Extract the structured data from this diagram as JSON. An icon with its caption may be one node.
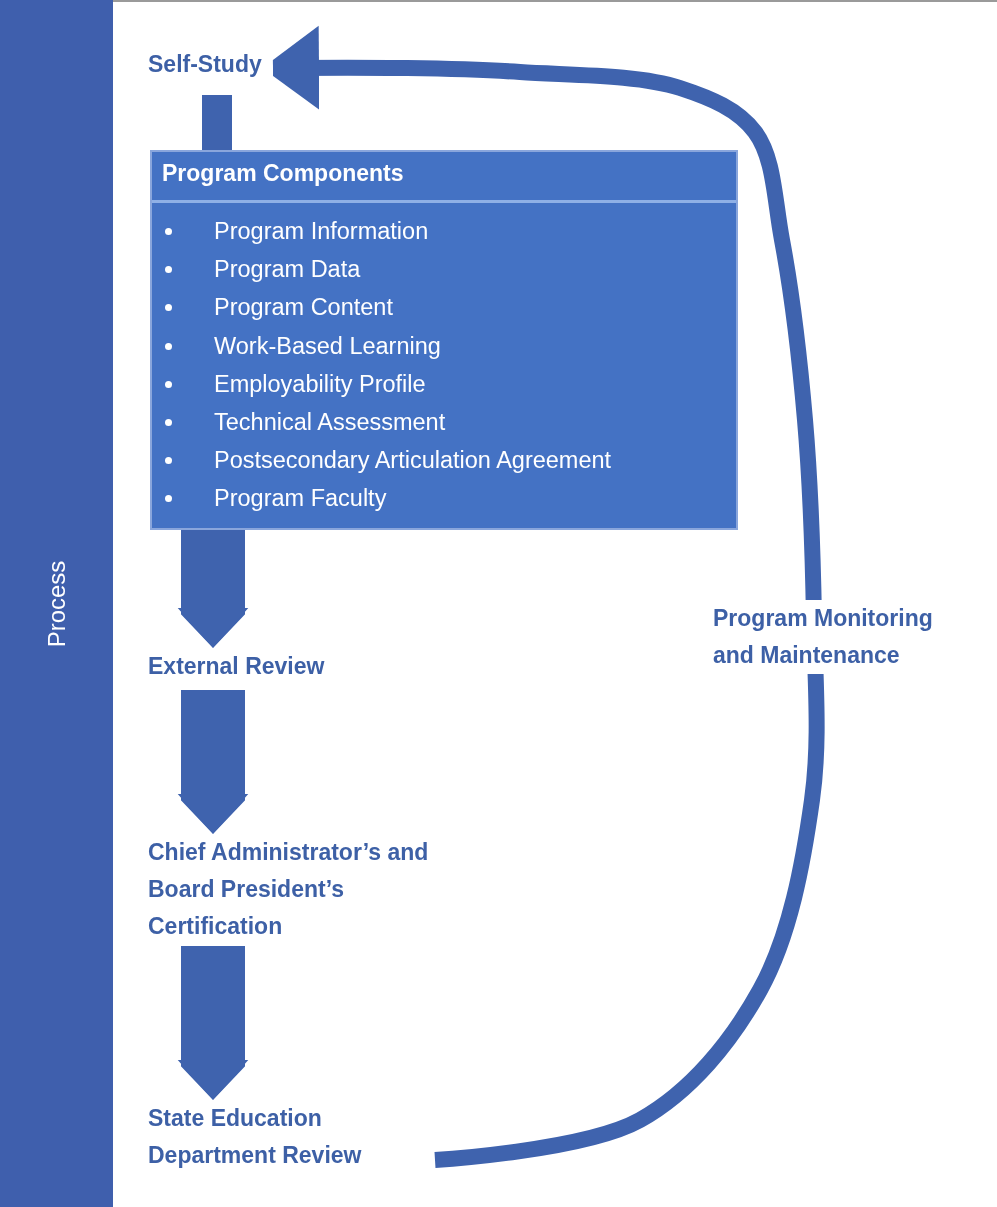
{
  "diagram": {
    "nodes": [
      {
        "text": [
          "Process"
        ]
      },
      {
        "text": [
          "Self-Study"
        ]
      },
      {
        "text": [
          "Program Components",
          "Program Information",
          "Program Data",
          "Program Content",
          "Work-Based Learning",
          "Employability Profile",
          "Technical Assessment",
          "Postsecondary Articulation Agreement",
          "Program Faculty"
        ]
      },
      {
        "text": [
          "External Review"
        ]
      },
      {
        "text": [
          "Chief Administrator’s and Board President’s Certification"
        ]
      },
      {
        "text": [
          "State Education Department Review"
        ]
      }
    ],
    "edges": [
      {
        "from": 1,
        "to": 2,
        "arrow": "none"
      },
      {
        "from": 2,
        "to": 3,
        "arrow": "to"
      },
      {
        "from": 3,
        "to": 4,
        "arrow": "to"
      },
      {
        "from": 4,
        "to": 5,
        "arrow": "to"
      },
      {
        "from": 5,
        "to": 1,
        "arrow": "to",
        "label": "Program Monitoring and Maintenance"
      }
    ]
  }
}
